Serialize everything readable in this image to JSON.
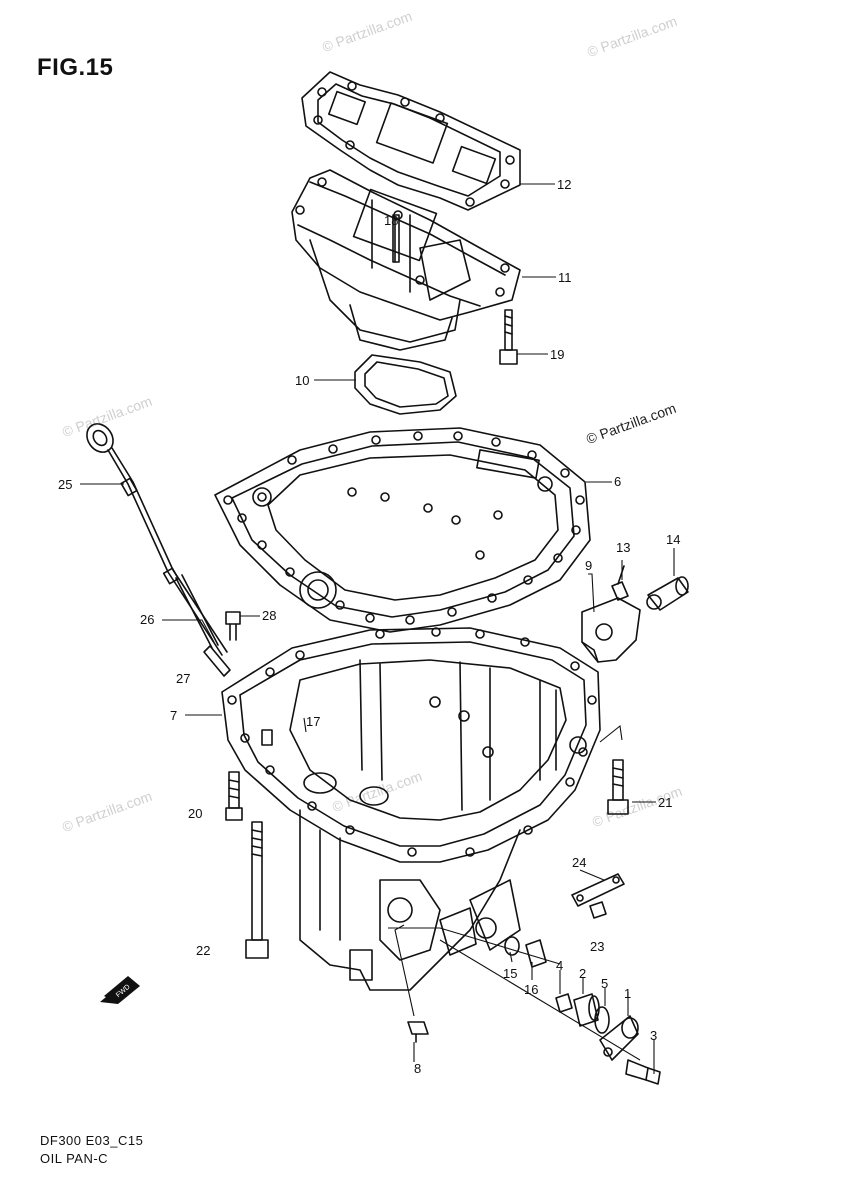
{
  "figure": {
    "title": "FIG.15",
    "code": "DF300 E03_C15",
    "name": "OIL PAN-C",
    "watermark": "© Partzilla.com",
    "fwd_label": "FWD"
  },
  "callouts": [
    "1",
    "2",
    "3",
    "4",
    "5",
    "6",
    "7",
    "8",
    "9",
    "10",
    "11",
    "12",
    "13",
    "14",
    "15",
    "16",
    "17",
    "18",
    "19",
    "20",
    "21",
    "22",
    "23",
    "24",
    "25",
    "26",
    "27",
    "28"
  ],
  "colors": {
    "line": "#111111",
    "watermark": "#cfcfcf"
  }
}
